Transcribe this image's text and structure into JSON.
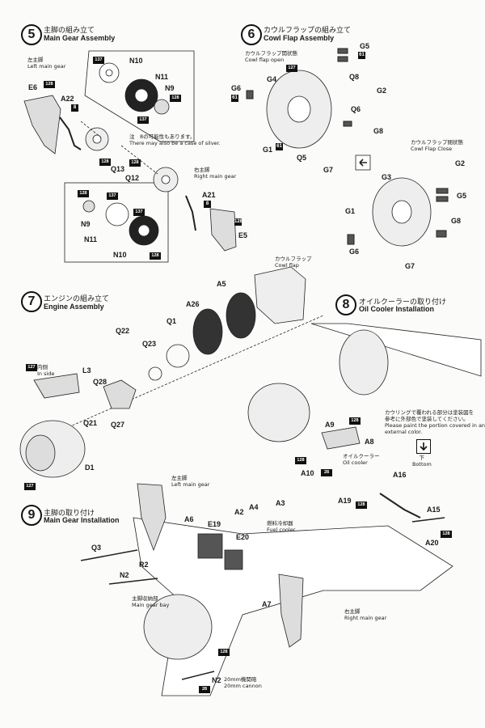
{
  "steps": {
    "s5": {
      "num": "5",
      "jp": "主脚の組み立て",
      "en": "Main Gear Assembly"
    },
    "s6": {
      "num": "6",
      "jp": "カウルフラップの組み立て",
      "en": "Cowl Flap Assembly"
    },
    "s7": {
      "num": "7",
      "jp": "エンジンの組み立て",
      "en": "Engine Assembly"
    },
    "s8": {
      "num": "8",
      "jp": "オイルクーラーの取り付け",
      "en": "Oil Cooler Installation"
    },
    "s9": {
      "num": "9",
      "jp": "主脚の取り付け",
      "en": "Main Gear Installation"
    }
  },
  "notes": {
    "left_main_gear_jp": "左主脚",
    "left_main_gear_en": "Left main gear",
    "right_main_gear_jp": "右主脚",
    "right_main_gear_en": "Right main gear",
    "silver_note_jp": "注　8の可能性もあります。",
    "silver_note_en": "There may also be a case of silver.",
    "cowl_open_jp": "カウルフラップ開状態",
    "cowl_open_en": "Cowl flap open",
    "cowl_close_jp": "カウルフラップ閉状態",
    "cowl_close_en": "Cowl Flap Close",
    "cowl_flap_jp": "カウルフラップ",
    "cowl_flap_en": "Cowl flap",
    "inside_jp": "内側",
    "inside_en": "In side",
    "paint_note_jp1": "カウリングで覆われる部分は塗装図を",
    "paint_note_jp2": "参考に外部色で塗装してください。",
    "paint_note_en1": "Please paint the portion covered in an",
    "paint_note_en2": "external color.",
    "oil_cooler_jp": "オイルクーラー",
    "oil_cooler_en": "Oil cooler",
    "bottom_jp": "下",
    "bottom_en": "Bottom",
    "fuel_cooler_jp": "燃料冷却器",
    "fuel_cooler_en": "Fuel cooler",
    "gear_bay_jp": "主脚収納部",
    "gear_bay_en": "Main gear bay",
    "cannon_jp": "20mm機関砲",
    "cannon_en": "20mm cannon",
    "right_main_gear2_jp": "右主脚",
    "right_main_gear2_en": "Right main gear",
    "left_main_gear2_jp": "左主脚",
    "left_main_gear2_en": "Left main gear"
  },
  "parts": {
    "s5": [
      "E6",
      "A22",
      "N10",
      "N11",
      "N9",
      "Q13",
      "Q12",
      "A21",
      "E5",
      "N9",
      "N11",
      "N10"
    ],
    "s6": [
      "G4",
      "G5",
      "Q8",
      "G2",
      "G6",
      "Q6",
      "G8",
      "G1",
      "Q5",
      "G7",
      "G3",
      "G2",
      "G5",
      "G1",
      "G8",
      "G6",
      "G7"
    ],
    "s7": [
      "A5",
      "A26",
      "Q1",
      "Q22",
      "Q23",
      "L3",
      "Q28",
      "Q21",
      "Q27",
      "D1"
    ],
    "s8": [
      "A9",
      "A8",
      "A10"
    ],
    "s9": [
      "A16",
      "A19",
      "A15",
      "A20",
      "A6",
      "E19",
      "A2",
      "A4",
      "A3",
      "E20",
      "Q3",
      "R2",
      "N2",
      "A7",
      "N2"
    ]
  },
  "colors": {
    "ink": "#111111",
    "paper": "#fbfbf9",
    "tag_bg": "#111111",
    "tag_fg": "#ffffff"
  }
}
